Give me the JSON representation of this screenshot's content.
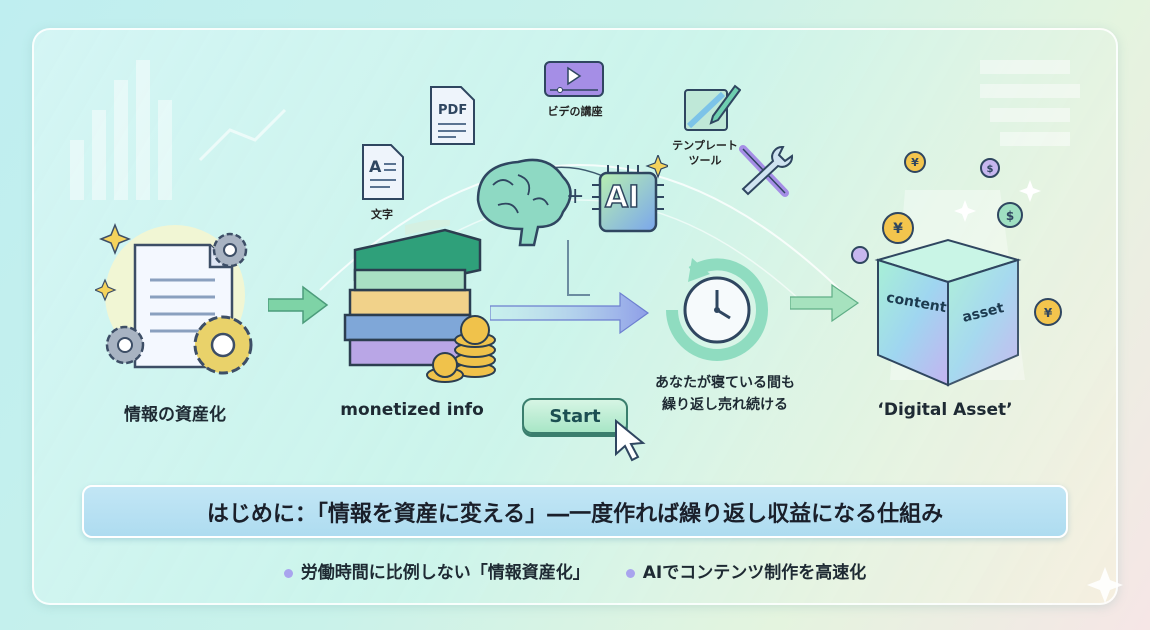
{
  "steps": [
    {
      "label": "情報の資産化"
    },
    {
      "label": "monetized info"
    },
    {
      "label_line1": "あなたが寝ている間も",
      "label_line2": "繰り返し売れ続ける"
    },
    {
      "label": "‘Digital Asset’"
    }
  ],
  "icons": {
    "text": "文字",
    "pdf": "PDF",
    "video": "ビデの講座",
    "template_line1": "テンプレート",
    "template_line2": "ツール",
    "ai": "AI",
    "plus": "+"
  },
  "cube": {
    "left": "content",
    "right": "asset"
  },
  "start_button": "Start",
  "title": "はじめに：「情報を資産に変える」―一度作れば繰り返し収益になる仕組み",
  "bullets": [
    "労働時間に比例しない「情報資産化」",
    "AIでコンテンツ制作を高速化"
  ],
  "coin_symbols": {
    "yen": "¥",
    "dollar": "$"
  }
}
